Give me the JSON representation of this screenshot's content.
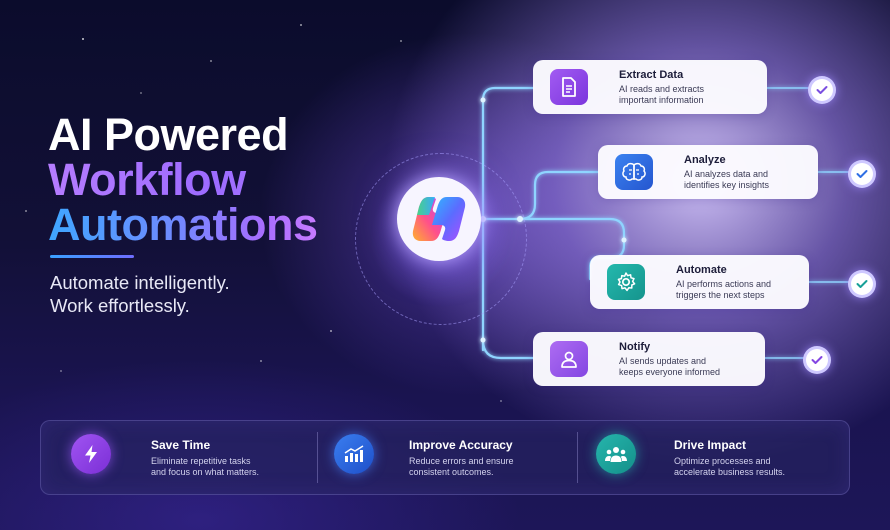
{
  "headline": {
    "line1": "AI Powered",
    "line2": "Workflow",
    "line3": "Automations"
  },
  "tagline": {
    "line1": "Automate intelligently.",
    "line2": "Work effortlessly."
  },
  "hub": {
    "icon": "copilot-logo-icon"
  },
  "steps": [
    {
      "title": "Extract Data",
      "desc_line1": "AI reads and extracts",
      "desc_line2": "important information",
      "icon": "document-icon",
      "color": "#8b46e6"
    },
    {
      "title": "Analyze",
      "desc_line1": "AI analyzes data and",
      "desc_line2": "identifies key insights",
      "icon": "brain-icon",
      "color": "#2f6fe4"
    },
    {
      "title": "Automate",
      "desc_line1": "AI performs actions and",
      "desc_line2": "triggers the next steps",
      "icon": "gear-icon",
      "color": "#1aa8a0"
    },
    {
      "title": "Notify",
      "desc_line1": "AI sends updates and",
      "desc_line2": "keeps everyone informed",
      "icon": "user-icon",
      "color": "#9a55ec"
    }
  ],
  "benefits": [
    {
      "title": "Save Time",
      "desc_line1": "Eliminate repetitive tasks",
      "desc_line2": "and focus on what matters.",
      "icon": "lightning-icon",
      "color": "#8d3fe0"
    },
    {
      "title": "Improve Accuracy",
      "desc_line1": "Reduce errors and ensure",
      "desc_line2": "consistent outcomes.",
      "icon": "bar-chart-icon",
      "color": "#2562db"
    },
    {
      "title": "Drive Impact",
      "desc_line1": "Optimize processes and",
      "desc_line2": "accelerate business results.",
      "icon": "team-icon",
      "color": "#1e9e9a"
    }
  ],
  "colors": {
    "background": "#121037",
    "accent_purple": "#a26cff",
    "accent_blue": "#3fa6ff",
    "connector": "#7ec8ff"
  }
}
